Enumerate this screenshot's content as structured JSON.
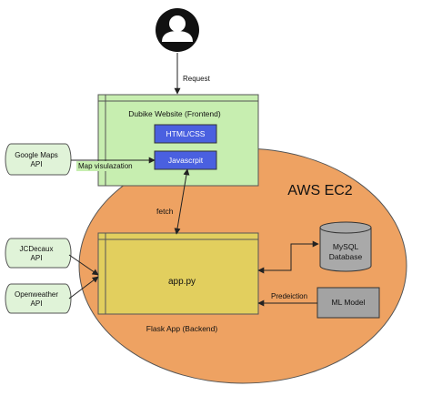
{
  "colors": {
    "ec2_fill": "#eea262",
    "frontend_fill": "#c7eeb0",
    "backend_fill": "#e2cf5e",
    "blue_box": "#4a60e0",
    "gray_box": "#a3a3a3",
    "api_fill": "#e0f3d8",
    "db_fill": "#a9a9a9"
  },
  "user": {
    "icon": "user-avatar-icon"
  },
  "cloud": {
    "label": "AWS EC2"
  },
  "frontend": {
    "title": "Dubike Website (Frontend)",
    "html_css": "HTML/CSS",
    "javascript": "Javascrpit"
  },
  "backend": {
    "app": "app.py",
    "caption": "Flask App (Backend)"
  },
  "apis": {
    "google_line1": "Google Maps",
    "google_line2": "API",
    "jcdecaux_line1": "JCDecaux",
    "jcdecaux_line2": "API",
    "openweather_line1": "Openweather",
    "openweather_line2": "API"
  },
  "database": {
    "line1": "MySQL",
    "line2": "Database"
  },
  "ml": {
    "label": "ML Model"
  },
  "edges": {
    "request": "Request",
    "map_visualization": "Map visulazation",
    "fetch": "fetch",
    "prediction": "Predeiction"
  }
}
